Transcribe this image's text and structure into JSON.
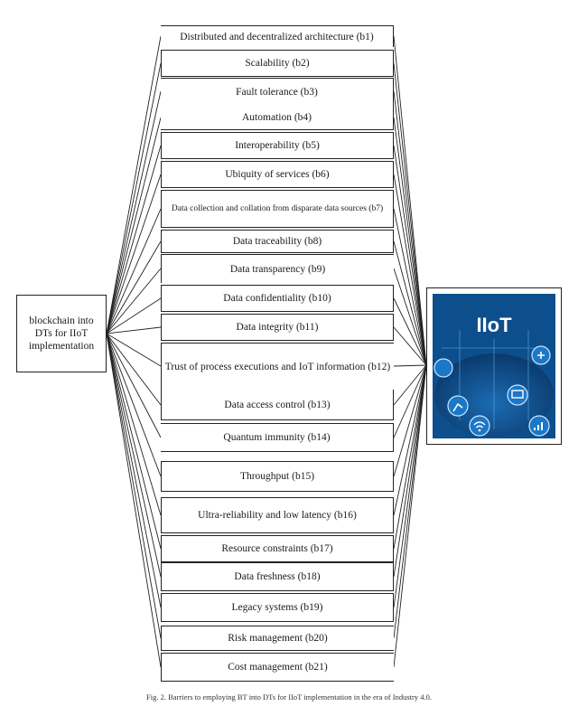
{
  "source_label": "blockchain into DTs for IIoT implementation",
  "target_label": "IIoT",
  "barriers": [
    "Distributed and decentralized architecture (b1)",
    "Scalability (b2)",
    "Fault tolerance (b3)",
    "Automation (b4)",
    "Interoperability (b5)",
    "Ubiquity of services (b6)",
    "Data collection and collation from disparate data sources (b7)",
    "Data traceability (b8)",
    "Data transparency (b9)",
    "Data confidentiality (b10)",
    "Data integrity (b11)",
    "Trust of process executions and IoT information (b12)",
    "Data access control (b13)",
    "Quantum immunity (b14)",
    "Throughput (b15)",
    "Ultra-reliability and low latency (b16)",
    "Resource constraints (b17)",
    "Data freshness (b18)",
    "Legacy systems (b19)",
    "Risk management (b20)",
    "Cost management (b21)"
  ],
  "caption": "Fig. 2. Barriers to employing BT into DTs for IIoT implementation in the era of Industry 4.0.",
  "colors": {
    "iiot_bg": "#0d4f8c",
    "iiot_accent": "#2c8fd6",
    "line": "#222222"
  }
}
